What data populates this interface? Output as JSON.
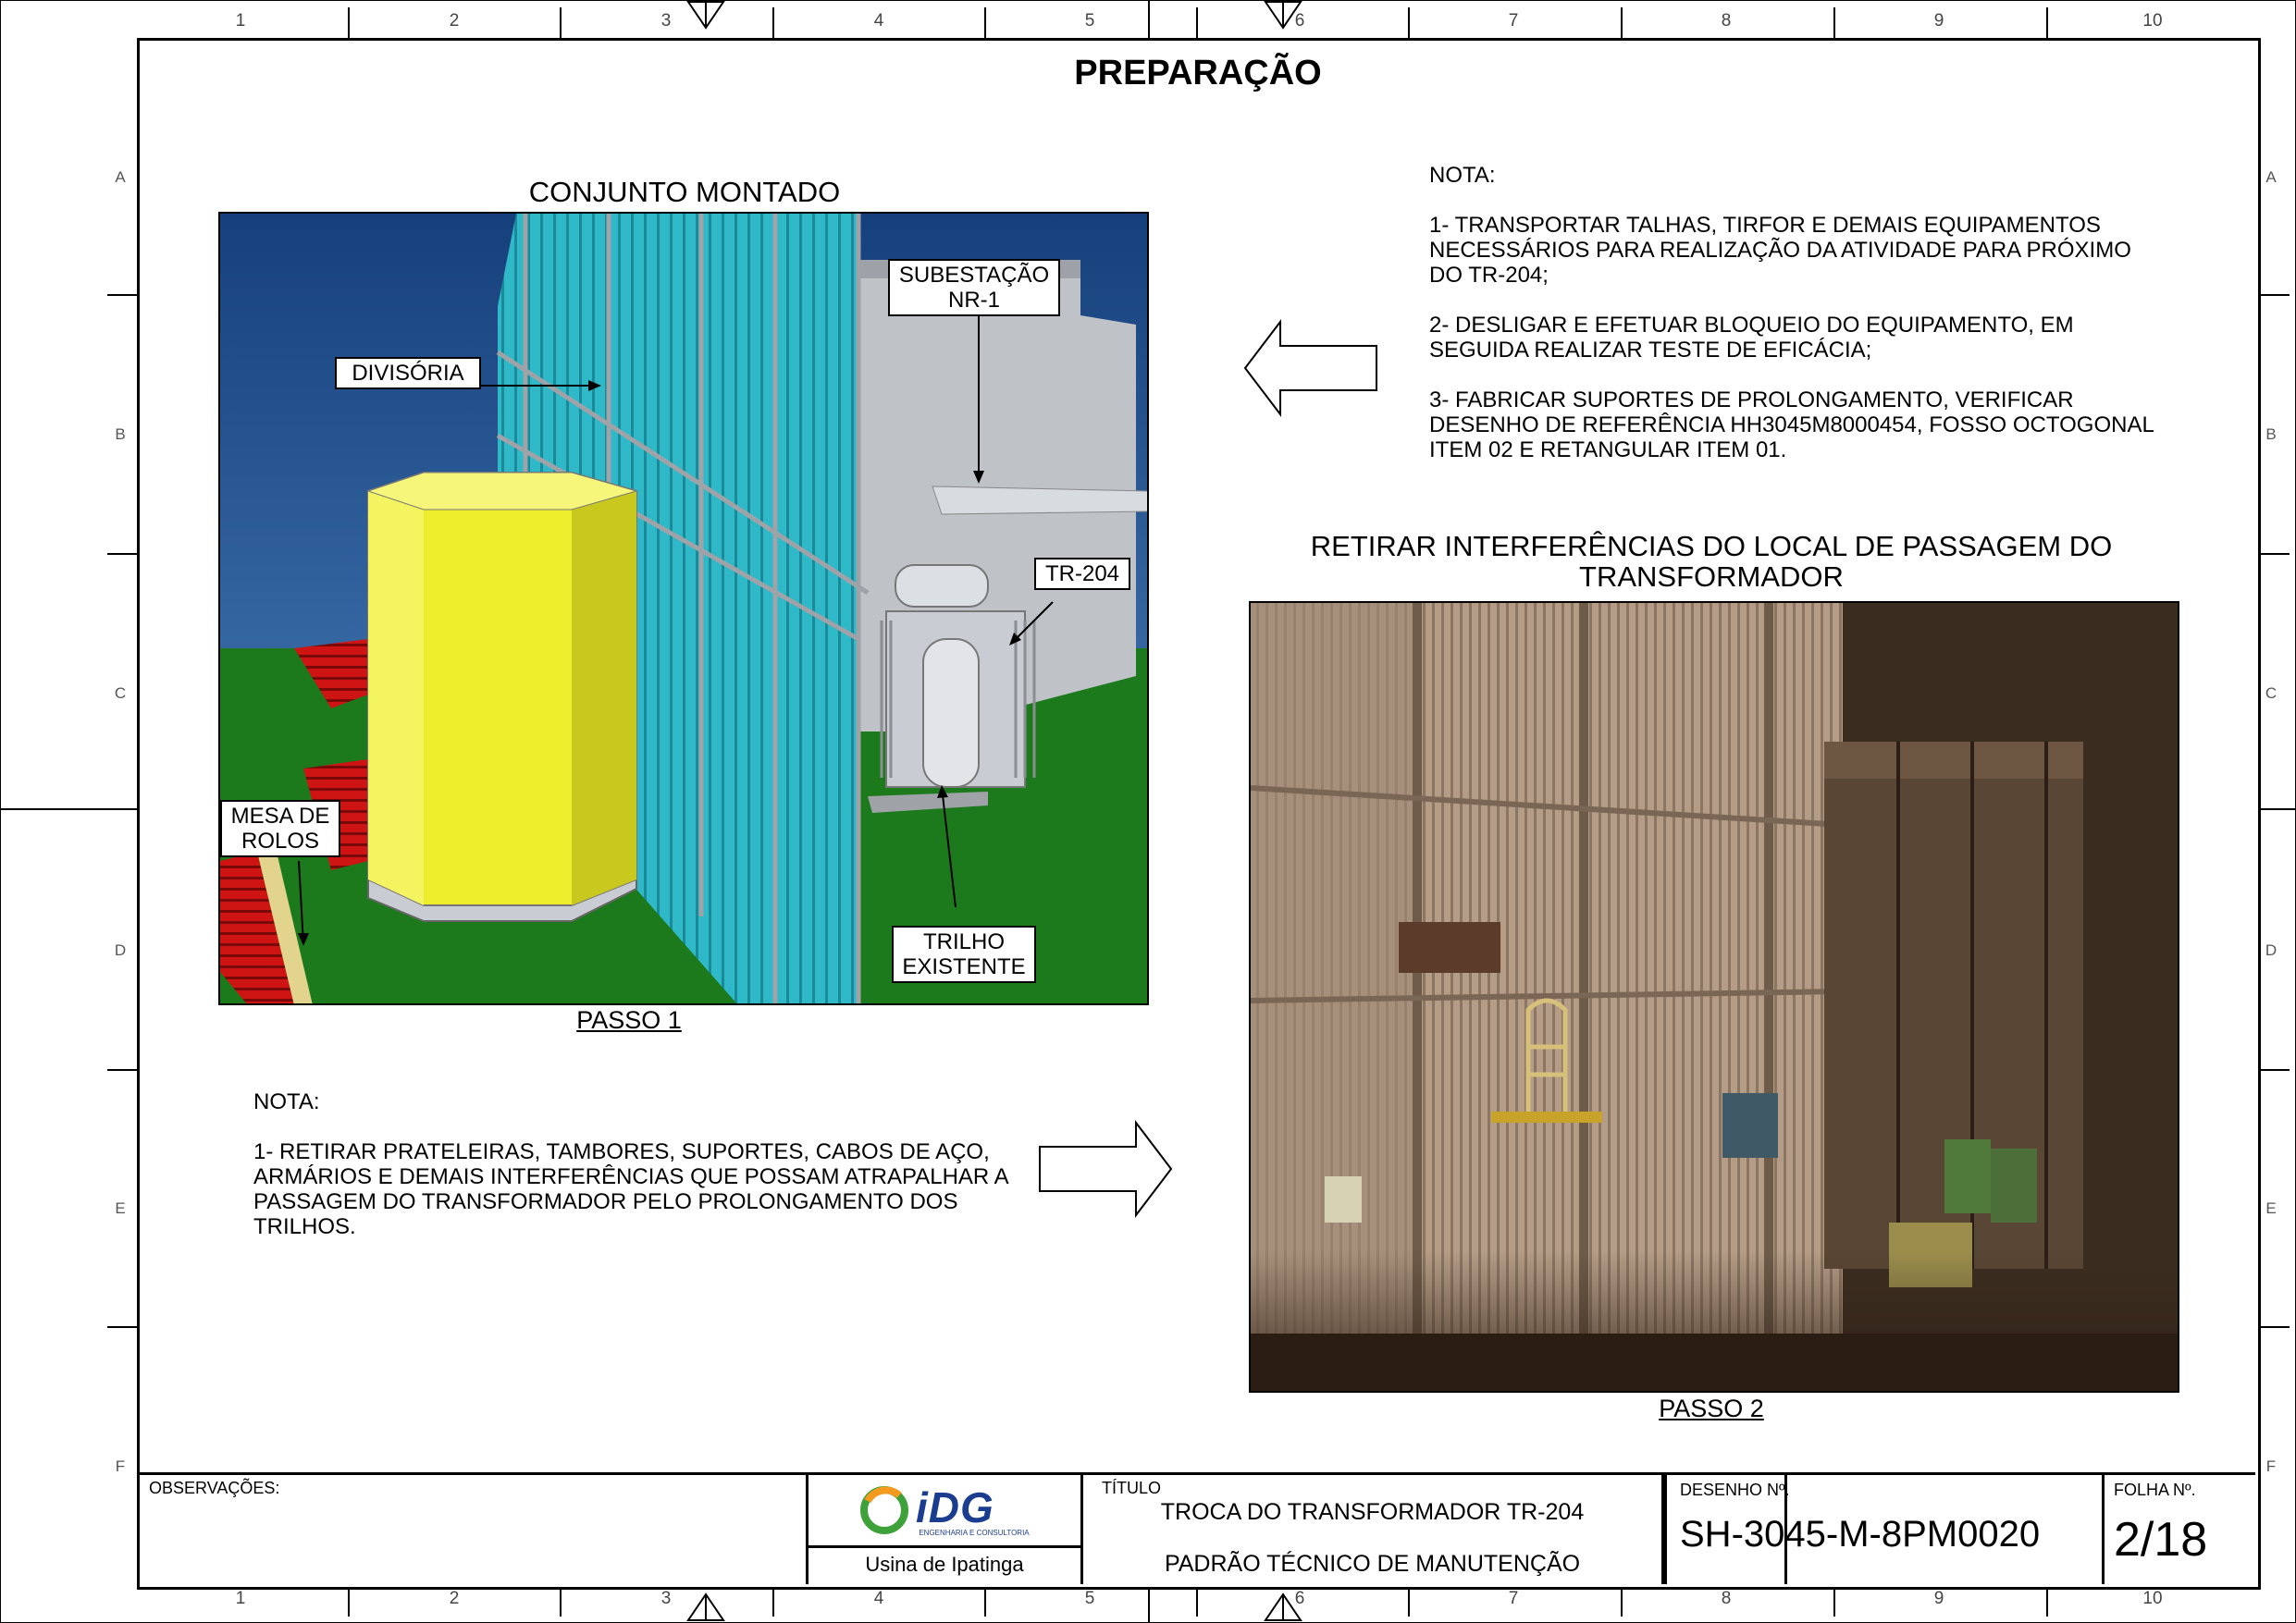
{
  "border": {
    "zone_numbers": [
      "1",
      "2",
      "3",
      "4",
      "5",
      "6",
      "7",
      "8",
      "9",
      "10"
    ],
    "zone_letters": [
      "A",
      "B",
      "C",
      "D",
      "E",
      "F"
    ]
  },
  "page_title": "PREPARAÇÃO",
  "step1": {
    "title": "CONJUNTO MONTADO",
    "callouts": {
      "substation": "SUBESTAÇÃO NR-1",
      "partition": "DIVISÓRIA",
      "transformer": "TR-204",
      "roller_table": "MESA DE ROLOS",
      "rail": "TRILHO EXISTENTE"
    },
    "label": "PASSO 1",
    "note_heading": "NOTA:",
    "note_items": [
      "1- RETIRAR PRATELEIRAS, TAMBORES, SUPORTES, CABOS DE AÇO, ARMÁRIOS E DEMAIS INTERFERÊNCIAS QUE POSSAM ATRAPALHAR A PASSAGEM DO TRANSFORMADOR PELO PROLONGAMENTO DOS TRILHOS."
    ]
  },
  "step2": {
    "note_heading": "NOTA:",
    "note_items": [
      "1- TRANSPORTAR TALHAS, TIRFOR E DEMAIS EQUIPAMENTOS NECESSÁRIOS PARA REALIZAÇÃO DA ATIVIDADE PARA PRÓXIMO DO TR-204;",
      "2- DESLIGAR E EFETUAR BLOQUEIO DO EQUIPAMENTO, EM SEGUIDA REALIZAR TESTE DE EFICÁCIA;",
      "3- FABRICAR SUPORTES DE PROLONGAMENTO, VERIFICAR DESENHO DE REFERÊNCIA HH3045M8000454, FOSSO OCTOGONAL ITEM 02 E RETANGULAR ITEM 01."
    ],
    "title": "RETIRAR INTERFERÊNCIAS DO LOCAL DE PASSAGEM DO TRANSFORMADOR",
    "label": "PASSO 2"
  },
  "title_block": {
    "observations_label": "OBSERVAÇÕES:",
    "logo_text": "iDG",
    "logo_subtitle": "ENGENHARIA E CONSULTORIA",
    "plant": "Usina de Ipatinga",
    "title_label": "TÍTULO",
    "title_line1": "TROCA DO TRANSFORMADOR TR-204",
    "title_line2": "PADRÃO TÉCNICO DE MANUTENÇÃO",
    "drawing_label": "DESENHO Nº.",
    "drawing_number": "SH-3045-M-8PM0020",
    "sheet_label": "FOLHA Nº.",
    "sheet_number": "2/18"
  },
  "colors": {
    "sky": "#1f4e8f",
    "ground": "#1e7d1e",
    "tank": "#ecec2a",
    "panels": "#33c4d0",
    "rollers": "#d11010",
    "logo_blue": "#1b3d8f",
    "logo_orange": "#f39a1f",
    "logo_green": "#3ea13a"
  }
}
